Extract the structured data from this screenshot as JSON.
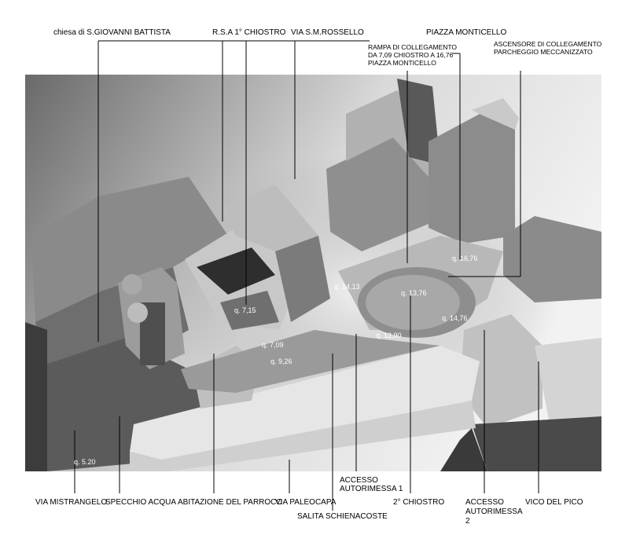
{
  "top_labels": {
    "chiesa": "chiesa di S.GIOVANNI BATTISTA",
    "rsa": "R.S.A 1° CHIOSTRO",
    "rossello": "VIA S.M.ROSSELLO",
    "monticello": "PIAZZA MONTICELLO",
    "rampa": [
      "RAMPA DI COLLEGAMENTO",
      "DA 7,09 CHIOSTRO A 16,76",
      "PIAZZA MONTICELLO"
    ],
    "ascensore": [
      "ASCENSORE DI COLLEGAMENTO",
      "PARCHEGGIO MECCANIZZATO"
    ]
  },
  "bottom_labels": {
    "mistrangelo": "VIA MISTRANGELO",
    "specchio": "SPECCHIO ACQUA",
    "parroco": "ABITAZIONE DEL PARROCO",
    "paleocapa": "VIA PALEOCAPA",
    "schienacoste": "SALITA SCHIENACOSTE",
    "autorimessa1": [
      "ACCESSO",
      "AUTORIMESSA 1"
    ],
    "chiostro2": "2° CHIOSTRO",
    "autorimessa2": [
      "ACCESSO",
      "AUTORIMESSA",
      "2"
    ],
    "pico": "VICO DEL PICO"
  },
  "elevations": {
    "q715": "q. 7,15",
    "q709": "q. 7,09",
    "q926": "q. 9,26",
    "q1413": "q. 14,13",
    "q1376": "q. 13,76",
    "q1290": "q. 12,90",
    "q1676": "q. 16,76",
    "q1476": "q. 14,76",
    "q520": "q. 5.20"
  }
}
